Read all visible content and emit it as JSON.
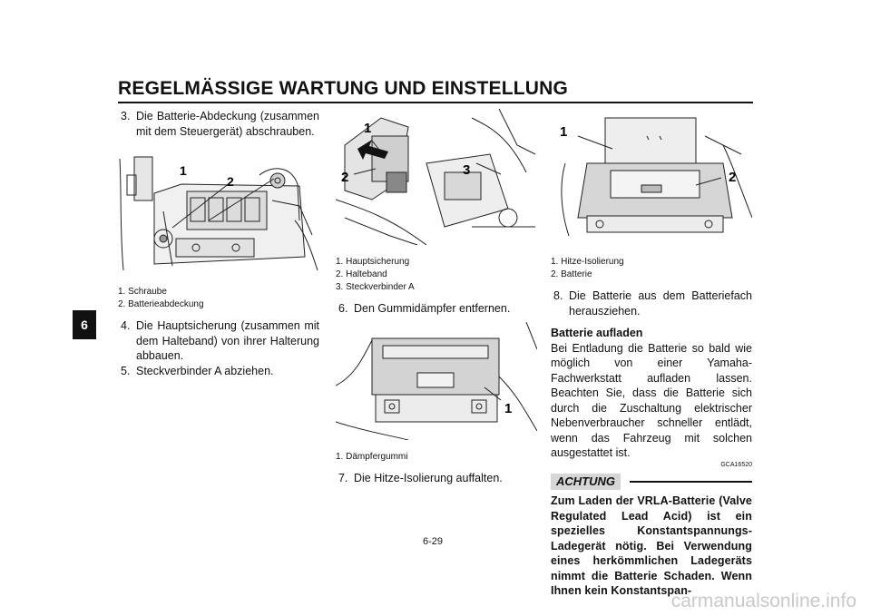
{
  "header": {
    "title": "REGELMÄSSIGE WARTUNG UND EINSTELLUNG"
  },
  "chapter_tab": "6",
  "col1": {
    "step3": {
      "num": "3.",
      "text": "Die Batterie-Abdeckung (zusammen mit dem Steuergerät) abschrauben."
    },
    "fig1_labels": [
      "1",
      "2"
    ],
    "fig1_captions": [
      "1. Schraube",
      "2. Batterieabdeckung"
    ],
    "step4": {
      "num": "4.",
      "text": "Die Hauptsicherung (zusammen mit dem Halteband) von ihrer Halterung abbauen."
    },
    "step5": {
      "num": "5.",
      "text": "Steckverbinder A abziehen."
    }
  },
  "col2": {
    "fig2_labels": [
      "1",
      "2",
      "3"
    ],
    "fig2_captions": [
      "1. Hauptsicherung",
      "2. Halteband",
      "3. Steckverbinder A"
    ],
    "step6": {
      "num": "6.",
      "text": "Den Gummidämpfer entfernen."
    },
    "fig3_labels": [
      "1"
    ],
    "fig3_captions": [
      "1. Dämpfergummi"
    ],
    "step7": {
      "num": "7.",
      "text": "Die Hitze-Isolierung auffalten."
    }
  },
  "col3": {
    "fig4_labels": [
      "1",
      "2"
    ],
    "fig4_captions": [
      "1. Hitze-Isolierung",
      "2. Batterie"
    ],
    "step8": {
      "num": "8.",
      "text": "Die Batterie aus dem Batteriefach herausziehen."
    },
    "section_heading": "Batterie aufladen",
    "section_text": "Bei Entladung die Batterie so bald wie möglich von einer Yamaha-Fachwerkstatt aufladen lassen. Beachten Sie, dass die Batterie sich durch die Zuschaltung elektrischer Nebenverbraucher schneller entlädt, wenn das Fahrzeug mit solchen ausgestattet ist.",
    "code": "GCA16520",
    "warning_label": "ACHTUNG",
    "warning_text": "Zum Laden der VRLA-Batterie (Valve Regulated Lead Acid) ist ein spezielles Konstantspannungs-Ladegerät nötig. Bei Verwendung eines herkömmlichen Ladegeräts nimmt die Batterie Schaden. Wenn Ihnen kein Konstantspan-"
  },
  "footer": {
    "page_number": "6-29",
    "watermark": "carmanualsonline.info"
  }
}
